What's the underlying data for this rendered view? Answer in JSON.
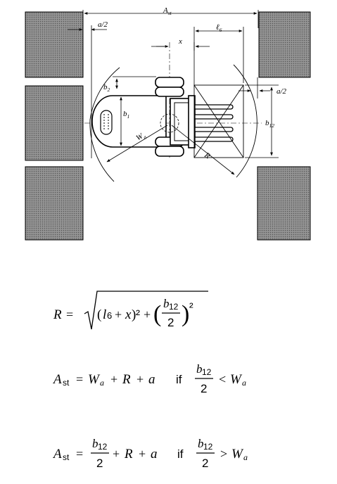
{
  "diagram": {
    "labels": {
      "a_st": "A",
      "a_st_sub": "st",
      "a_half_left": "a/2",
      "a_half_right": "a/2",
      "l6": "ℓ",
      "l6_sub": "6",
      "x": "x",
      "b2": "b",
      "b2_sub": "2",
      "b1": "b",
      "b1_sub": "1",
      "b12": "b",
      "b12_sub": "12",
      "wa": "W",
      "wa_sub": "a",
      "r": "R"
    }
  },
  "formulas": {
    "f1": {
      "lhs": "R",
      "eq": "=",
      "open": "(",
      "l": "l",
      "l_sub": "6",
      "plus": "+",
      "x": "x",
      "close": ")",
      "sq": "²",
      "plus2": "+",
      "num": "b",
      "num_sub": "12",
      "den": "2",
      "sq2": "²"
    },
    "f2": {
      "lhs": "A",
      "lhs_sub": "st",
      "eq": "=",
      "w": "W",
      "w_sub": "a",
      "plus1": "+",
      "r": "R",
      "plus2": "+",
      "a": "a",
      "if": "if",
      "num": "b",
      "num_sub": "12",
      "den": "2",
      "rel": "<",
      "w2": "W",
      "w2_sub": "a"
    },
    "f3": {
      "lhs": "A",
      "lhs_sub": "st",
      "eq": "=",
      "num1": "b",
      "num1_sub": "12",
      "den1": "2",
      "plus1": "+",
      "r": "R",
      "plus2": "+",
      "a": "a",
      "if": "if",
      "num2": "b",
      "num2_sub": "12",
      "den2": "2",
      "rel": ">",
      "w": "W",
      "w_sub": "a"
    }
  }
}
